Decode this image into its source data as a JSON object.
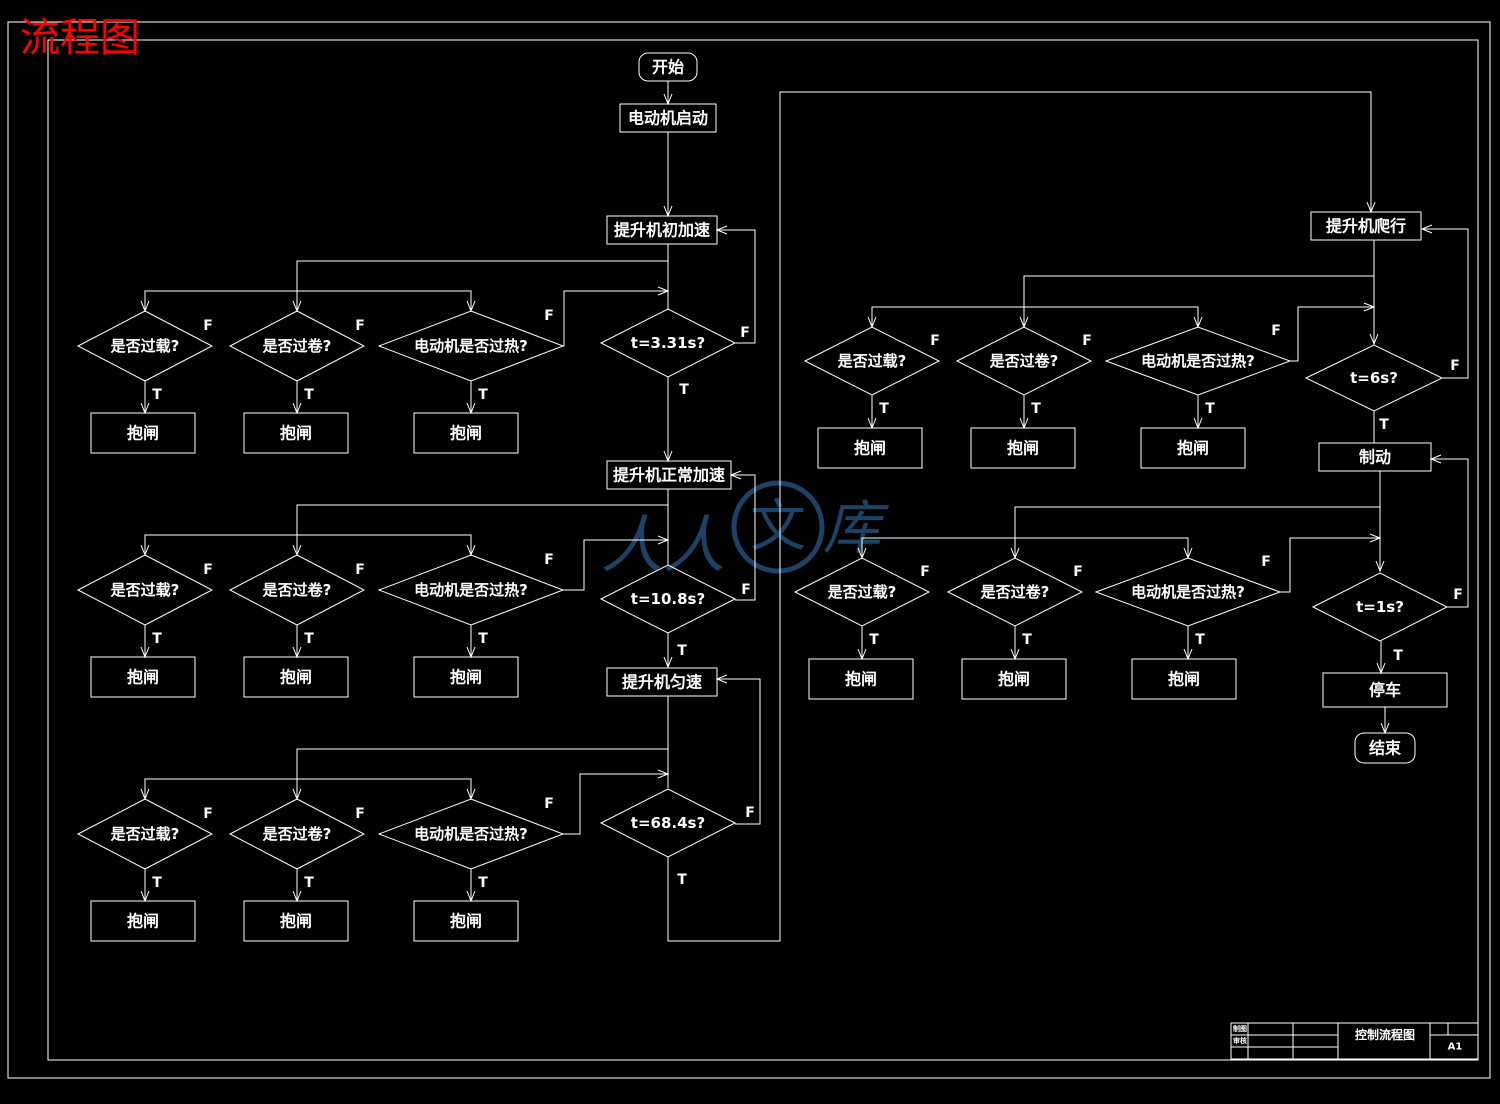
{
  "title": "流程图",
  "colors": {
    "line": "#ffffff",
    "title": "#ff0000",
    "background": "#000000",
    "watermark": "#2f6fa8"
  },
  "watermark": {
    "left": "人人",
    "mid": "文",
    "right": "库"
  },
  "flow": {
    "start": "开始",
    "motor_start": "电动机启动",
    "initial_accel": "提升机初加速",
    "normal_accel": "提升机正常加速",
    "uniform_speed": "提升机匀速",
    "crawl": "提升机爬行",
    "brake": "制动",
    "stop": "停车",
    "end": "结束",
    "t1": "t=3.31s?",
    "t2": "t=10.8s?",
    "t3": "t=68.4s?",
    "t4": "t=6s?",
    "t5": "t=1s?",
    "check_overload": "是否过载?",
    "check_overwind": "是否过卷?",
    "check_overheat": "电动机是否过热?",
    "hold_brake": "抱闸",
    "true_label": "T",
    "false_label": "F"
  },
  "title_block": {
    "label_design": "制图",
    "label_review": "审核",
    "drawing_name": "控制流程图",
    "sheet": "A1"
  }
}
